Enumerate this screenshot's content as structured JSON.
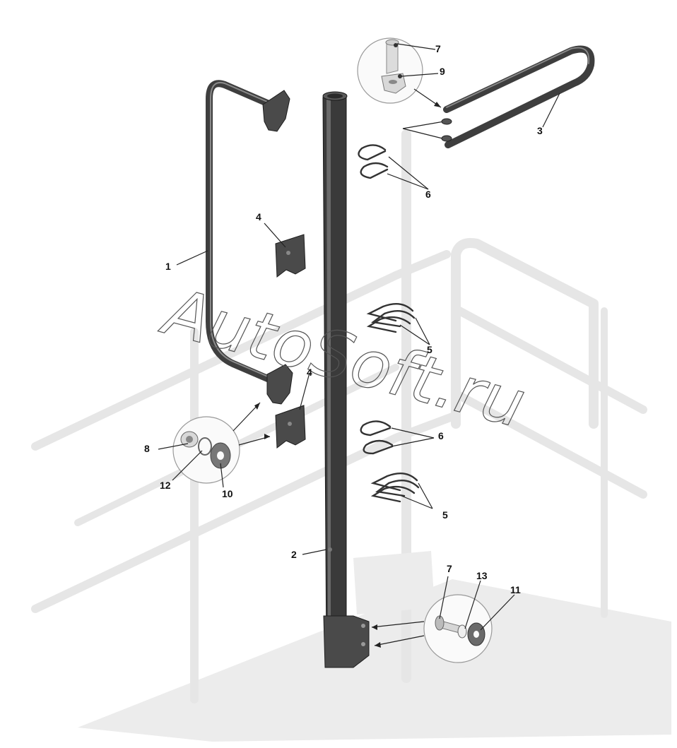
{
  "diagram": {
    "watermark": "AutoSoft.ru",
    "callouts": [
      {
        "id": "c1",
        "text": "1"
      },
      {
        "id": "c2",
        "text": "2"
      },
      {
        "id": "c3",
        "text": "3"
      },
      {
        "id": "c4a",
        "text": "4"
      },
      {
        "id": "c4b",
        "text": "4"
      },
      {
        "id": "c5a",
        "text": "5"
      },
      {
        "id": "c5b",
        "text": "5"
      },
      {
        "id": "c6a",
        "text": "6"
      },
      {
        "id": "c6b",
        "text": "6"
      },
      {
        "id": "c7a",
        "text": "7"
      },
      {
        "id": "c7b",
        "text": "7"
      },
      {
        "id": "c8",
        "text": "8"
      },
      {
        "id": "c9",
        "text": "9"
      },
      {
        "id": "c10",
        "text": "10"
      },
      {
        "id": "c11",
        "text": "11"
      },
      {
        "id": "c12",
        "text": "12"
      },
      {
        "id": "c13",
        "text": "13"
      }
    ]
  }
}
